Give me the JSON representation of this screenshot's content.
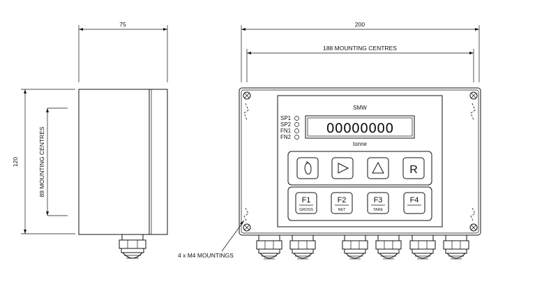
{
  "side_view": {
    "width_dim": "75",
    "height_dim": "120",
    "mounting_dim": "89 MOUNTING CENTRES"
  },
  "front_view": {
    "width_dim": "200",
    "mounting_dim": "188 MOUNTING CENTRES",
    "brand": "SMW",
    "indicators": [
      "SP1",
      "SP2",
      "FN1",
      "FN2"
    ],
    "display_value": "00000000",
    "unit": "tonne",
    "nav_keys": [
      "rotate-key",
      "play-key",
      "up-key",
      "R"
    ],
    "function_keys": [
      {
        "label": "F1",
        "sub": "GROSS"
      },
      {
        "label": "F2",
        "sub": "NET"
      },
      {
        "label": "F3",
        "sub": "TARE"
      },
      {
        "label": "F4",
        "sub": ""
      }
    ]
  },
  "mountings_note": "4 x M4 MOUNTINGS"
}
